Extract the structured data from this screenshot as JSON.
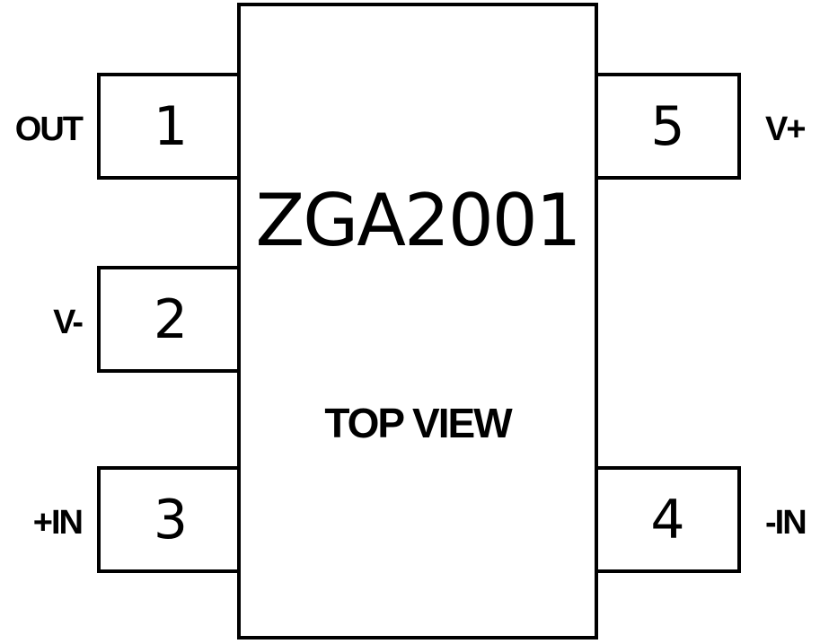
{
  "ic": {
    "part_number": "ZGA2001",
    "view": "TOP VIEW"
  },
  "pins": [
    {
      "number": "1",
      "label": "OUT",
      "side": "left"
    },
    {
      "number": "2",
      "label": "V-",
      "side": "left"
    },
    {
      "number": "3",
      "label": "+IN",
      "side": "left"
    },
    {
      "number": "4",
      "label": "-IN",
      "side": "right"
    },
    {
      "number": "5",
      "label": "V+",
      "side": "right"
    }
  ]
}
